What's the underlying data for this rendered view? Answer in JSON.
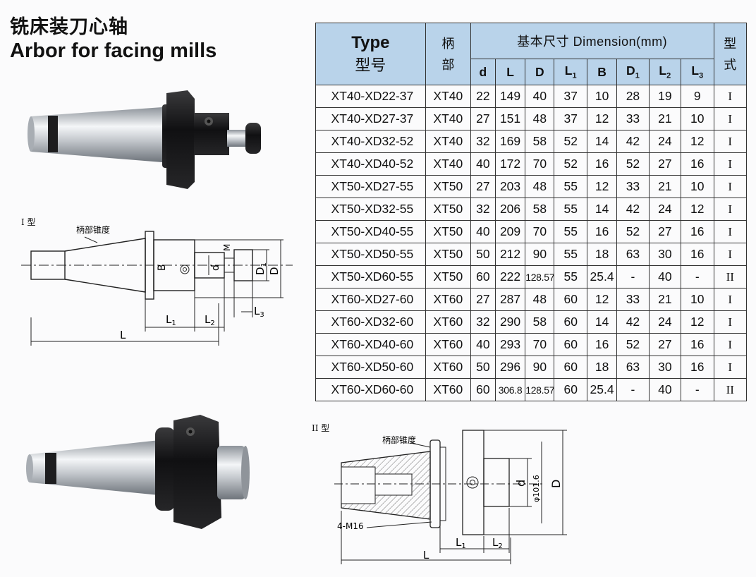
{
  "title": {
    "cn": "铣床装刀心轴",
    "en": "Arbor for facing mills"
  },
  "table": {
    "header": {
      "type_en": "Type",
      "type_cn": "型号",
      "shank": "柄部",
      "dimension": "基本尺寸  Dimension(mm)",
      "form": "型式",
      "cols": [
        "d",
        "L",
        "D",
        "L",
        "B",
        "D",
        "L",
        "L"
      ],
      "subs": [
        "",
        "",
        "",
        "1",
        "",
        "1",
        "2",
        "3"
      ]
    },
    "rows": [
      [
        "XT40-XD22-37",
        "XT40",
        "22",
        "149",
        "40",
        "37",
        "10",
        "28",
        "19",
        "9",
        "I"
      ],
      [
        "XT40-XD27-37",
        "XT40",
        "27",
        "151",
        "48",
        "37",
        "12",
        "33",
        "21",
        "10",
        "I"
      ],
      [
        "XT40-XD32-52",
        "XT40",
        "32",
        "169",
        "58",
        "52",
        "14",
        "42",
        "24",
        "12",
        "I"
      ],
      [
        "XT40-XD40-52",
        "XT40",
        "40",
        "172",
        "70",
        "52",
        "16",
        "52",
        "27",
        "16",
        "I"
      ],
      [
        "XT50-XD27-55",
        "XT50",
        "27",
        "203",
        "48",
        "55",
        "12",
        "33",
        "21",
        "10",
        "I"
      ],
      [
        "XT50-XD32-55",
        "XT50",
        "32",
        "206",
        "58",
        "55",
        "14",
        "42",
        "24",
        "12",
        "I"
      ],
      [
        "XT50-XD40-55",
        "XT50",
        "40",
        "209",
        "70",
        "55",
        "16",
        "52",
        "27",
        "16",
        "I"
      ],
      [
        "XT50-XD50-55",
        "XT50",
        "50",
        "212",
        "90",
        "55",
        "18",
        "63",
        "30",
        "16",
        "I"
      ],
      [
        "XT50-XD60-55",
        "XT50",
        "60",
        "222",
        "128.57",
        "55",
        "25.4",
        "-",
        "40",
        "-",
        "II"
      ],
      [
        "XT60-XD27-60",
        "XT60",
        "27",
        "287",
        "48",
        "60",
        "12",
        "33",
        "21",
        "10",
        "I"
      ],
      [
        "XT60-XD32-60",
        "XT60",
        "32",
        "290",
        "58",
        "60",
        "14",
        "42",
        "24",
        "12",
        "I"
      ],
      [
        "XT60-XD40-60",
        "XT60",
        "40",
        "293",
        "70",
        "60",
        "16",
        "52",
        "27",
        "16",
        "I"
      ],
      [
        "XT60-XD50-60",
        "XT60",
        "50",
        "296",
        "90",
        "60",
        "18",
        "63",
        "30",
        "16",
        "I"
      ],
      [
        "XT60-XD60-60",
        "XT60",
        "60",
        "306.8",
        "128.57",
        "60",
        "25.4",
        "-",
        "40",
        "-",
        "II"
      ]
    ]
  },
  "drawing1": {
    "type_label": "I 型",
    "taper_label": "柄部锥度",
    "dims": {
      "L": "L",
      "L1": "L",
      "L1_sub": "1",
      "L2": "L",
      "L2_sub": "2",
      "L3": "L",
      "L3_sub": "3",
      "B": "B",
      "d": "d",
      "M": "M",
      "D1": "D",
      "D1_sub": "1",
      "D": "D"
    }
  },
  "drawing2": {
    "type_label": "II 型",
    "taper_label": "柄部锥度",
    "screw_label": "4-M16",
    "dia_label": "φ101.6",
    "dims": {
      "L": "L",
      "L1": "L",
      "L1_sub": "1",
      "L2": "L",
      "L2_sub": "2",
      "d": "d",
      "D": "D"
    }
  },
  "colors": {
    "header_bg": "#b9d3ea",
    "steel": "#c9ccd1",
    "black": "#1a1a1a"
  }
}
